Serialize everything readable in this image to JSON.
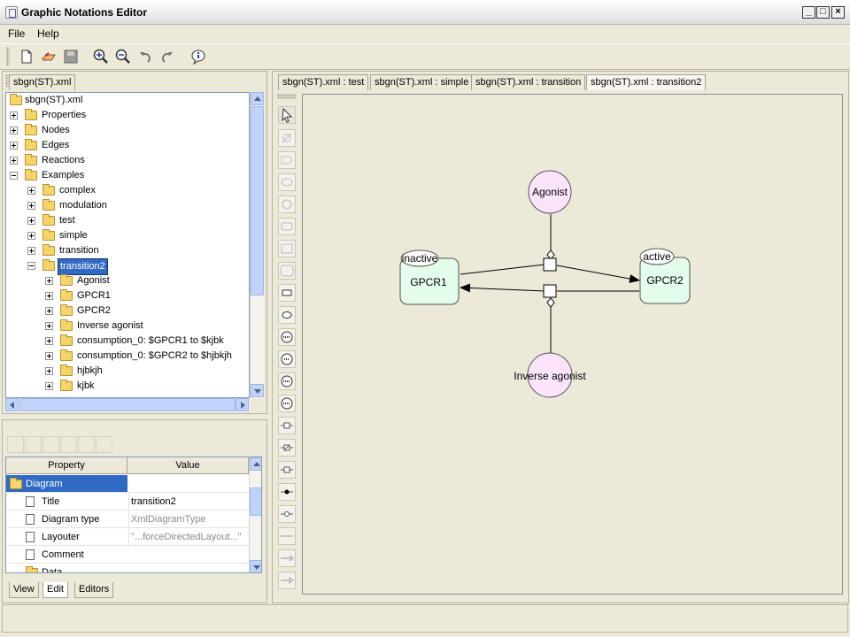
{
  "window": {
    "title": "Graphic Notations Editor"
  },
  "menu": [
    "File",
    "Help"
  ],
  "toolbar": {
    "icons": [
      "new-file-icon",
      "open-file-icon",
      "save-icon",
      "zoom-in-icon",
      "zoom-out-icon",
      "undo-icon",
      "redo-icon",
      "help-icon"
    ]
  },
  "left_tab": "sbgn(ST).xml",
  "tree": {
    "root": "sbgn(ST).xml",
    "items": [
      "Properties",
      "Nodes",
      "Edges",
      "Reactions",
      "Examples"
    ],
    "examples": [
      "complex",
      "modulation",
      "test",
      "simple",
      "transition",
      "transition2"
    ],
    "transition2_children": [
      "Agonist",
      "GPCR1",
      "GPCR2",
      "Inverse agonist",
      "consumption_0: $GPCR1 to $kjbk",
      "consumption_0: $GPCR2 to $hjbkjh",
      "hjbkjh",
      "kjbk"
    ]
  },
  "properties": {
    "headers": [
      "Property",
      "Value"
    ],
    "group": "Diagram",
    "rows": [
      {
        "name": "Title",
        "value": "transition2"
      },
      {
        "name": "Diagram type",
        "value": "XmlDiagramType"
      },
      {
        "name": "Layouter",
        "value": "\"...forceDirectedLayout...\""
      },
      {
        "name": "Comment",
        "value": ""
      }
    ],
    "next_group": "Data"
  },
  "bottom_tabs": [
    "View",
    "Edit",
    "Editors"
  ],
  "diagram_tabs": [
    "sbgn(ST).xml : test",
    "sbgn(ST).xml : simple",
    "sbgn(ST).xml : transition",
    "sbgn(ST).xml : transition2"
  ],
  "diagram": {
    "nodes": {
      "agonist": "Agonist",
      "inverse": "Inverse agonist",
      "gpcr1": "GPCR1",
      "gpcr1_state": "inactive",
      "gpcr2": "GPCR2",
      "gpcr2_state": "active"
    },
    "colors": {
      "small_molecule": "#fce4fc",
      "macromolecule": "#e4fcec"
    }
  }
}
